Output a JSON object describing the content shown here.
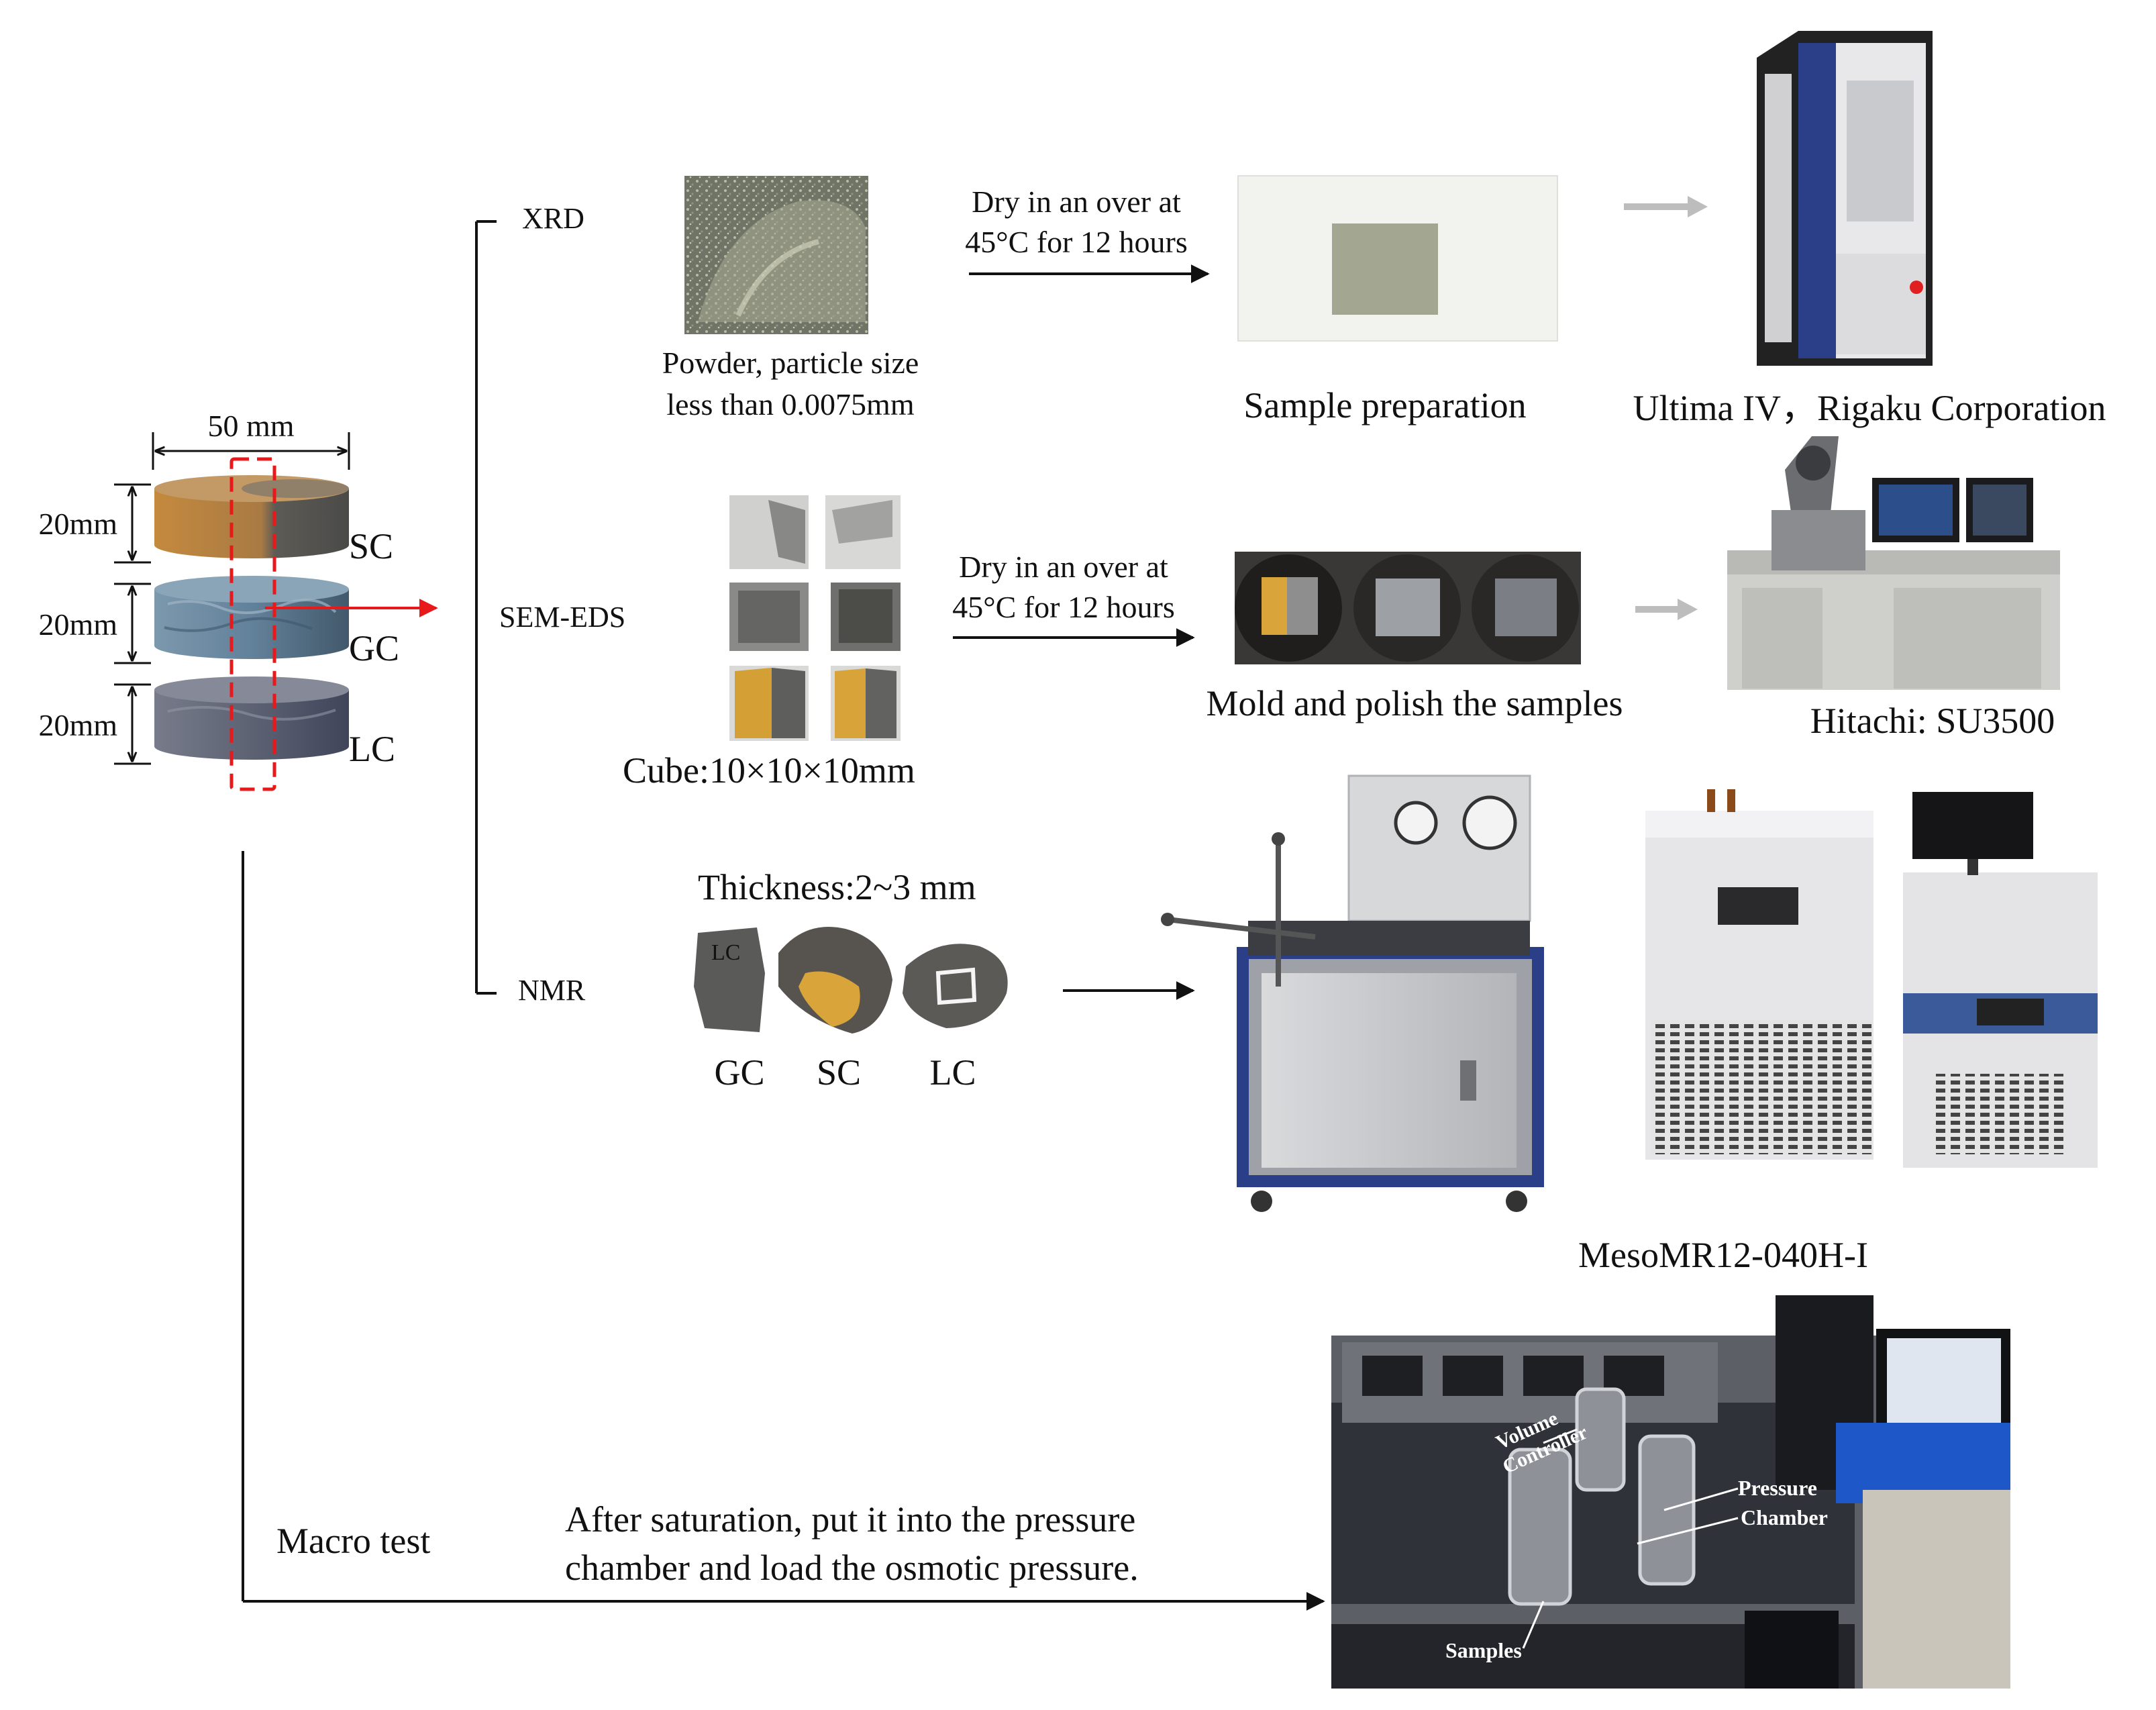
{
  "specimen": {
    "width_label": "50 mm",
    "layers": [
      {
        "code": "SC",
        "height_label": "20mm",
        "colors": [
          "#b8843f",
          "#5a5a56"
        ]
      },
      {
        "code": "GC",
        "height_label": "20mm",
        "colors": [
          "#6c8aa0",
          "#4f6a7f"
        ]
      },
      {
        "code": "LC",
        "height_label": "20mm",
        "colors": [
          "#6a6f7e",
          "#4d5262"
        ]
      }
    ]
  },
  "tests": {
    "xrd": {
      "label": "XRD",
      "sample_caption": [
        "Powder, particle size",
        "less than 0.0075mm"
      ],
      "step": [
        "Dry in an over at",
        "45°C for 12 hours"
      ],
      "prep_caption": "Sample preparation",
      "instrument_caption": "Ultima IV，Rigaku Corporation"
    },
    "sem": {
      "label": "SEM-EDS",
      "sample_caption": "Cube:10×10×10mm",
      "step": [
        "Dry in an over at",
        "45°C for 12 hours"
      ],
      "prep_caption": "Mold and polish the samples",
      "instrument_caption": "Hitachi: SU3500"
    },
    "nmr": {
      "label": "NMR",
      "thickness_caption": "Thickness:2~3 mm",
      "sample_labels": [
        "GC",
        "SC",
        "LC"
      ],
      "instrument_caption": "MesoMR12-040H-I"
    },
    "macro": {
      "label": "Macro test",
      "step": [
        "After saturation, put it into the pressure",
        "chamber and load the osmotic pressure."
      ],
      "photo_annotations": {
        "volume": [
          "Volume",
          "Controller"
        ],
        "pressure": [
          "Pressure",
          "Chamber"
        ],
        "samples": "Samples"
      }
    }
  },
  "colors": {
    "specimen_cut": "#e8191b",
    "branch_arrow": "#e8191b",
    "connector_arrow": "#111111",
    "grey_arrow": "#bdbdbd",
    "instrument_blue": "#2b3f88"
  }
}
